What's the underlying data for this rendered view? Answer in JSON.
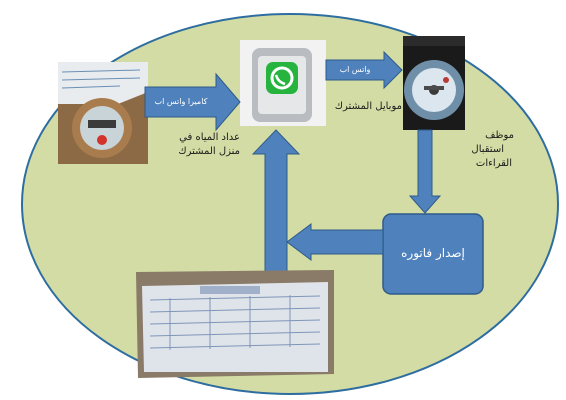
{
  "diagram": {
    "colors": {
      "ellipse_fill": "#d3dca4",
      "ellipse_stroke": "#2e6da0",
      "shape_fill": "#4f81bd",
      "shape_stroke": "#2f5b89"
    },
    "nodes": {
      "meter_photo": {
        "label_line1": "عداد المياه في",
        "label_line2": "منزل المشترك",
        "icon": "water-meter-photo"
      },
      "whatsapp_photo": {
        "icon": "whatsapp-phone-photo"
      },
      "mobile_photo": {
        "label": "موبايل المشترك",
        "icon": "meter-on-phone-photo"
      },
      "employee": {
        "label_line1": "موظف",
        "label_line2": "استقبال",
        "label_line3": "القراءات"
      },
      "invoice_box": {
        "label": "إصدار فاتوره"
      },
      "invoice_doc": {
        "icon": "printed-invoice-photo"
      }
    },
    "edges": {
      "meter_to_whatsapp": "كاميرا واتس اب",
      "whatsapp_to_mobile": "واتس اب"
    }
  }
}
